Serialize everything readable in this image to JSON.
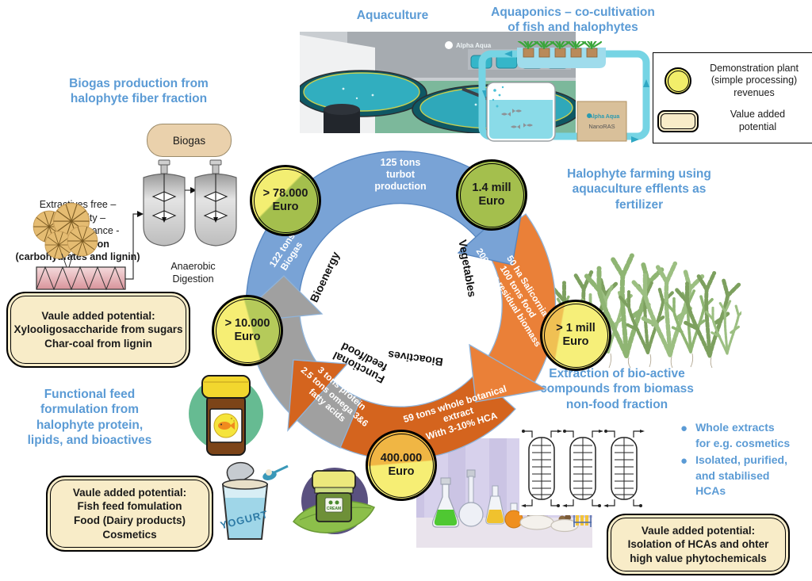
{
  "titles": {
    "biogas": "Biogas production from\nhalophyte fiber fraction",
    "aquaculture": "Aquaculture",
    "aquaponics": "Aquaponics – co-cultivation\nof fish and halophytes",
    "halophyte_farming": "Halophyte farming using\naquaculture efflents as\nfertilizer",
    "extraction": "Extraction of bio-active\ncompounds from biomass\nnon-food fraction",
    "functional_feed": "Functional feed\nformulation from\nhalophyte protein,\nlipids, and bioactives"
  },
  "legend": {
    "revenues": "Demonstration plant\n(simple processing)\nrevenues",
    "value_added": "Value added\npotential"
  },
  "biogas_section": {
    "biogas_tag": "Biogas",
    "feed_props": "Extractives free –\nHigh purity –\nLow recalcitrance -",
    "feed_props_bold": "Fiber fraction\n(carbohydrates and lignin)",
    "process": "Anaerobic\nDigestion",
    "value_box": "Vaule added potential:\nXylooligosaccharide from sugars\nChar-coal from lignin"
  },
  "feed_section": {
    "value_box": "Vaule added potential:\nFish feed fomulation\nFood (Dairy products)\nCosmetics",
    "yogurt": "YOGURT",
    "cream": "CREAM"
  },
  "extraction_section": {
    "bullet1": "Whole extracts\nfor e.g. cosmetics",
    "bullet2": "Isolated, purified,\nand stabilised\nHCAs",
    "value_box": "Vaule added potential:\nIsolation of HCAs and ohter\nhigh value phytochemicals"
  },
  "aquaculture_brand": "Alpha Aqua",
  "aquaponics_device": {
    "brand": "Alpha Aqua",
    "model": "NanoRAS"
  },
  "cycle": {
    "sectors": {
      "bioenergy": "Bioenergy",
      "vegetables": "Vegetables",
      "bioactives": "Bioactives",
      "feed": "Functional\nfeed/food"
    },
    "flows": {
      "biogas": "122 tons\nBiogas",
      "turbot": "125 tons\nturbot\nproduction",
      "salicornia": "50 ha Salicornia\n100 tons food\n200 tons residual biomass",
      "botanical": "59 tons whole botanical\nextract\nWith 3-10% HCA",
      "protein": "3 tons protein\n2.5 tons omega 3&6\nfatty acids"
    },
    "revenues": {
      "biogas": "> 78.000\nEuro",
      "turbot": "1.4 mill\nEuro",
      "salicornia": "> 1 mill\nEuro",
      "extract": "400.000\nEuro",
      "protein": "> 10.000\nEuro"
    }
  },
  "colors": {
    "accent_blue": "#5b9bd5",
    "arrow_blue": "#79a3d6",
    "arrow_orange": "#ea8038",
    "arrow_dark_orange": "#d4641e",
    "arrow_gray": "#a0a0a0",
    "revenue_yellow": "#f6ee74",
    "box_beige": "#f8ecc8"
  }
}
